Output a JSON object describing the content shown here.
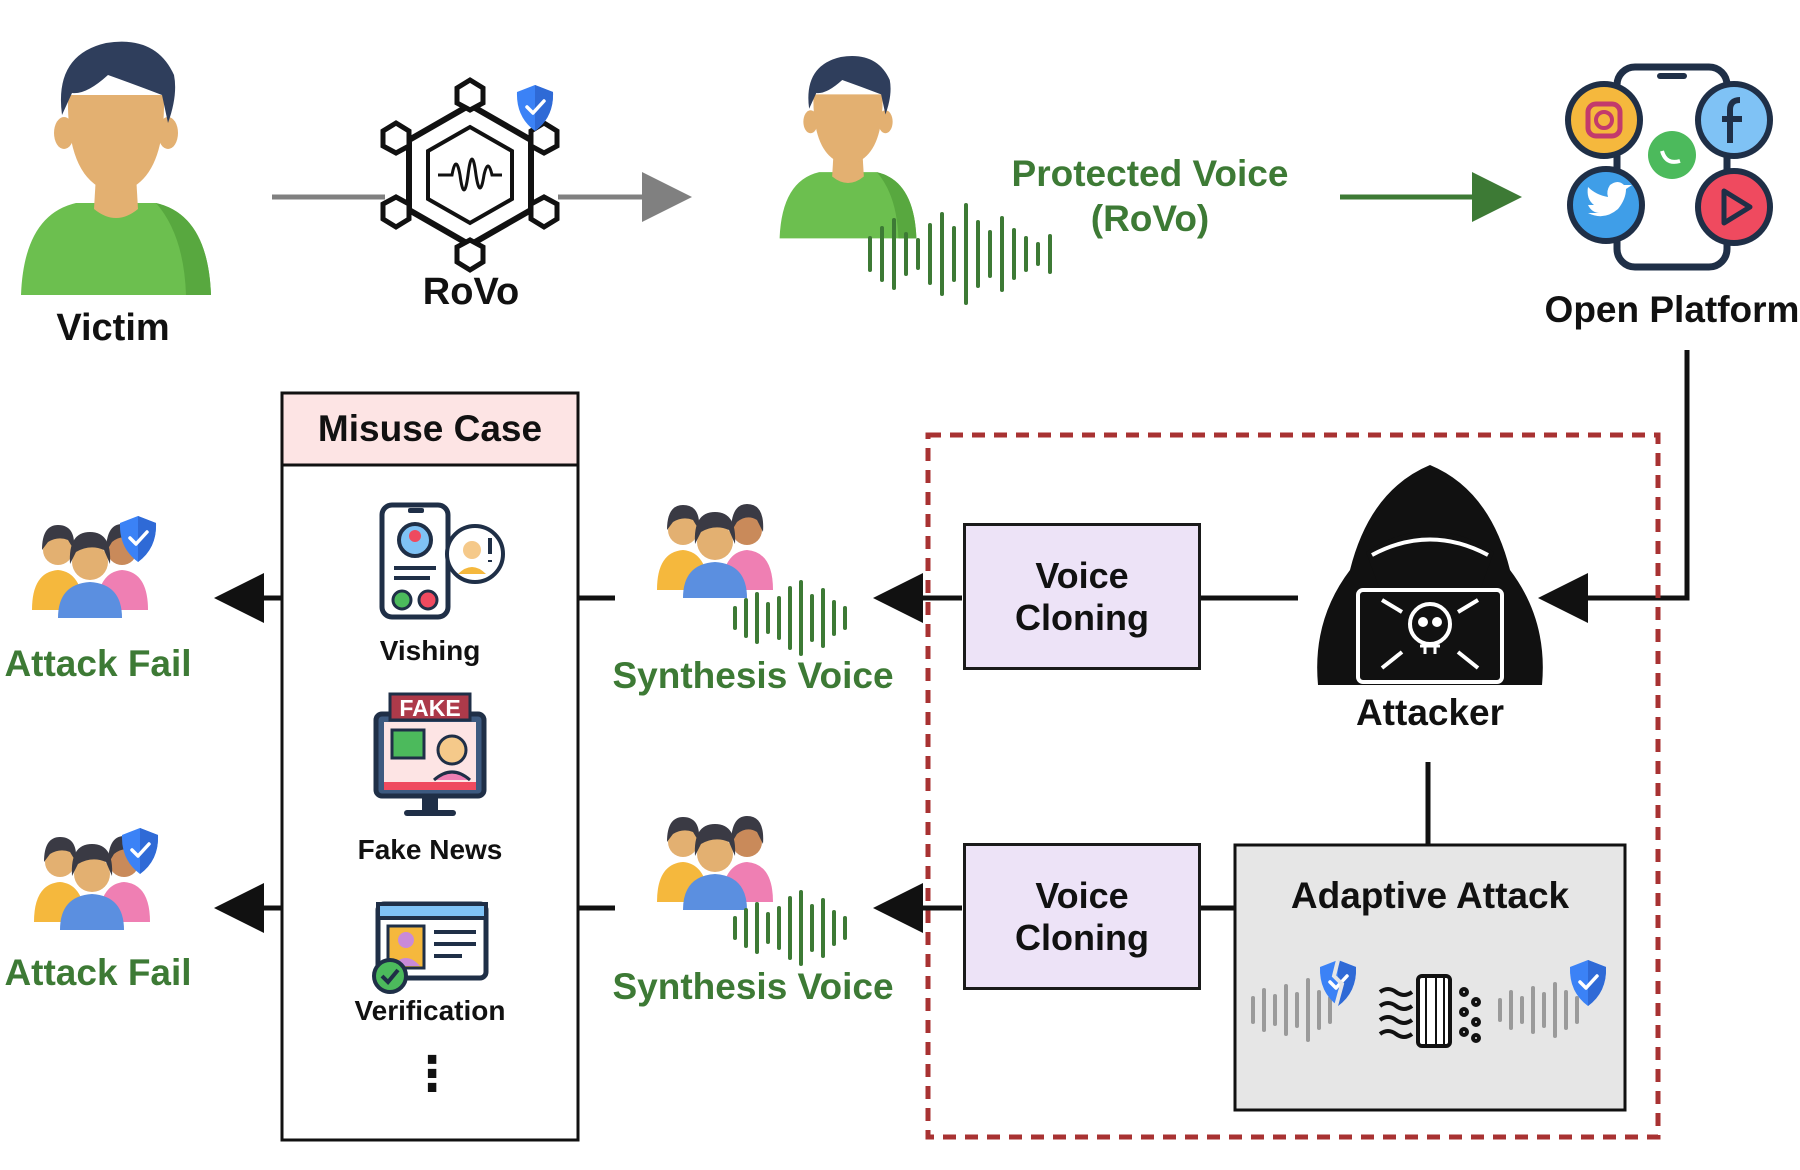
{
  "top_row": {
    "victim_label": "Victim",
    "rovo_label": "RoVo",
    "protected_voice_line1": "Protected Voice",
    "protected_voice_line2": "(RoVo)",
    "open_platform_label": "Open Platform"
  },
  "misuse_case": {
    "title": "Misuse Case",
    "items": [
      {
        "label": "Vishing",
        "icon": "vishing-phone-icon"
      },
      {
        "label": "Fake News",
        "icon": "fake-news-monitor-icon",
        "badge": "FAKE"
      },
      {
        "label": "Verification",
        "icon": "id-verification-icon"
      }
    ],
    "more": "⋮"
  },
  "results": {
    "attack_fail_top": "Attack Fail",
    "attack_fail_bottom": "Attack Fail"
  },
  "synthesis": {
    "top": "Synthesis Voice",
    "bottom": "Synthesis Voice"
  },
  "voice_cloning": {
    "top": "Voice\nCloning",
    "bottom": "Voice\nCloning"
  },
  "attacker_label": "Attacker",
  "adaptive_attack_title": "Adaptive Attack",
  "colors": {
    "green": "#3d7a35",
    "gray_arrow": "#808080",
    "black_arrow": "#111111",
    "dashed_border": "#a83232",
    "misuse_header": "#fde4e4",
    "voice_cloning_fill": "#ede3f7",
    "adaptive_fill": "#e6e6e6",
    "shield": "#3b82f6",
    "skin": "#e3b071",
    "hair": "#2f3e5c",
    "shirt_green": "#6cbf4f"
  }
}
